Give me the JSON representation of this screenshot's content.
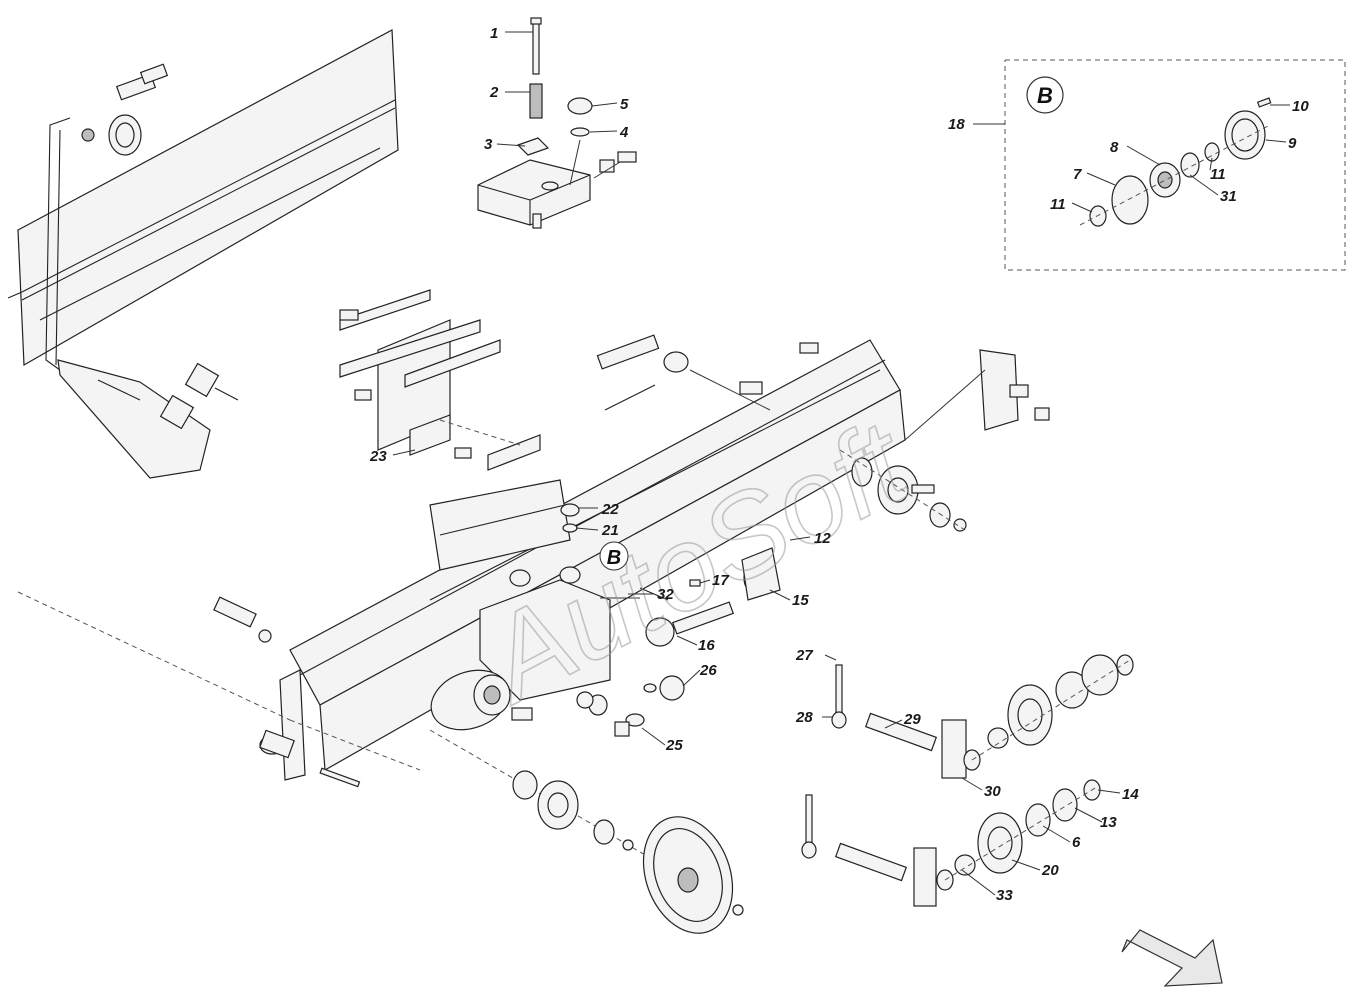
{
  "watermark": "AutoSoft",
  "detail_view": {
    "badge": "B",
    "ref_badge": "B"
  },
  "callouts": {
    "c1": "1",
    "c2": "2",
    "c3": "3",
    "c4": "4",
    "c5": "5",
    "c6": "6",
    "c7": "7",
    "c8": "8",
    "c9": "9",
    "c10": "10",
    "c11a": "11",
    "c11b": "11",
    "c12": "12",
    "c13": "13",
    "c14": "14",
    "c15": "15",
    "c16": "16",
    "c17": "17",
    "c18": "18",
    "c20": "20",
    "c21": "21",
    "c22": "22",
    "c23": "23",
    "c25": "25",
    "c26": "26",
    "c27": "27",
    "c28": "28",
    "c29": "29",
    "c30": "30",
    "c31": "31",
    "c32": "32",
    "c33": "33"
  }
}
